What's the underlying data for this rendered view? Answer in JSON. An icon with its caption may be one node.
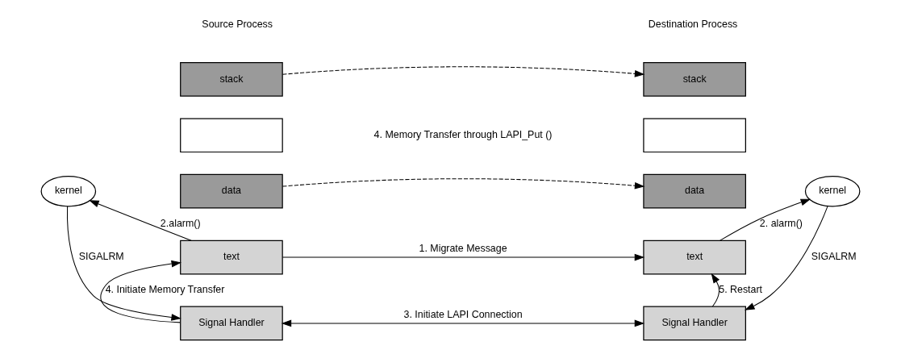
{
  "diagram": {
    "nodes": [
      {
        "text": [
          "stack"
        ]
      },
      {
        "text": [],
        "shape": "box"
      },
      {
        "text": [
          "data"
        ]
      },
      {
        "text": [
          "text"
        ]
      },
      {
        "text": [
          "kernel"
        ]
      },
      {
        "text": [
          "Signal Handler"
        ]
      },
      {
        "text": [
          "stack"
        ]
      },
      {
        "text": [],
        "shape": "box"
      },
      {
        "text": [
          "data"
        ]
      },
      {
        "text": [
          "text"
        ]
      },
      {
        "text": [
          "kernel"
        ]
      },
      {
        "text": [
          "Signal Handler"
        ]
      }
    ],
    "edges": [
      {
        "from": 0,
        "to": 6,
        "arrow": "to",
        "style": "dashed"
      },
      {
        "from": 2,
        "to": 8,
        "arrow": "to",
        "style": "dashed"
      },
      {
        "from": 3,
        "to": 9,
        "arrow": "to",
        "label": "1. Migrate Message"
      },
      {
        "from": 3,
        "to": 4,
        "arrow": "to",
        "label": "2.alarm()"
      },
      {
        "from": 9,
        "to": 10,
        "arrow": "to",
        "label": "2. alarm()"
      },
      {
        "from": 4,
        "to": 5,
        "arrow": "to",
        "label": "SIGALRM"
      },
      {
        "from": 10,
        "to": 11,
        "arrow": "to",
        "label": "SIGALRM"
      },
      {
        "from": 5,
        "to": 11,
        "arrow": "both",
        "label": "3. Initiate LAPI Connection"
      },
      {
        "from": 5,
        "to": 3,
        "arrow": "to",
        "label": "4. Initiate Memory Transfer"
      },
      {
        "from": 11,
        "to": 9,
        "arrow": "to",
        "label": "5. Restart"
      }
    ],
    "labels": [
      "Source Process",
      "Destination Process",
      "4. Memory Transfer through LAPI_Put ()"
    ]
  }
}
